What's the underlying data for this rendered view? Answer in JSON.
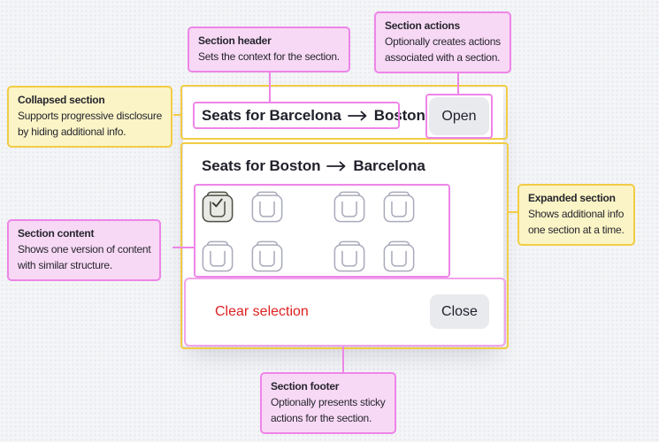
{
  "theme": {
    "background": "#f4f5f7",
    "card_bg": "#ffffff",
    "text_dark": "#21212c",
    "pink_border": "#ee85e8",
    "pink_border_soft": "#f1a3ec",
    "pink_fill": "#f8d9f5",
    "yellow_border": "#f2cc45",
    "yellow_fill": "#fbf4c6",
    "danger_red": "#dd2222",
    "button_bg": "#e8eaed",
    "seat_outline": "#a9aaba",
    "seat_selected_outline": "#4f4f46",
    "seat_selected_fill": "#e9eae5"
  },
  "card": {
    "collapsed": {
      "origin": "Seats for Barcelona",
      "destination": "Boston",
      "action_label": "Open"
    },
    "expanded": {
      "origin": "Seats for Boston",
      "destination": "Barcelona",
      "seats": {
        "rows": 2,
        "cols": 4,
        "selected_row": 0,
        "selected_col": 0,
        "aisle_after_col": 2
      },
      "footer": {
        "clear_label": "Clear selection",
        "close_label": "Close"
      }
    }
  },
  "annotations": {
    "section_header": {
      "title": "Section header",
      "body": "Sets the context for the section."
    },
    "section_actions": {
      "title": "Section actions",
      "body": "Optionally creates actions\nassociated with a section."
    },
    "collapsed_section": {
      "title": "Collapsed section",
      "body": "Supports progressive disclosure\nby hiding additional info."
    },
    "expanded_section": {
      "title": "Expanded section",
      "body": "Shows additional info\none section at a time."
    },
    "section_content": {
      "title": "Section content",
      "body": "Shows one version of content\nwith similar structure."
    },
    "section_footer": {
      "title": "Section footer",
      "body": "Optionally presents sticky\nactions for the section."
    }
  }
}
